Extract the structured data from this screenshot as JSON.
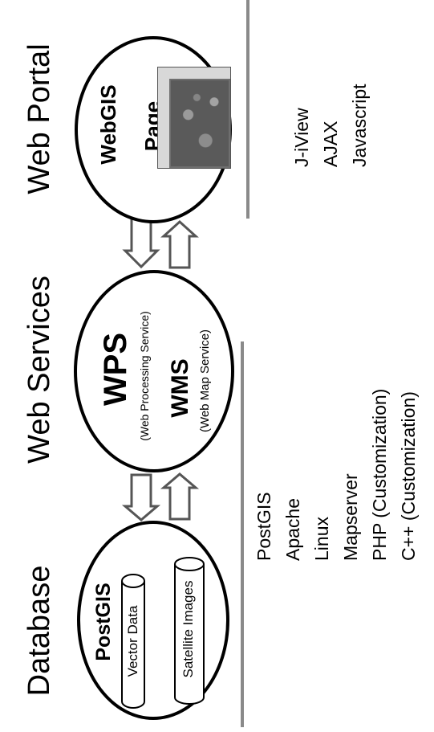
{
  "sections": {
    "database": "Database",
    "web_services": "Web Services",
    "web_portal": "Web Portal"
  },
  "database": {
    "title": "PostGIS",
    "cylinders": [
      "Vector Data",
      "Satellite Images"
    ]
  },
  "web_services": {
    "wps": "WPS",
    "wps_full": "(Web Processing Service)",
    "wms": "WMS",
    "wms_full": "(Web Map Service)"
  },
  "web_portal": {
    "title_line1": "WebGIS",
    "title_line2": "Page"
  },
  "tech_stack_server": [
    "PostGIS",
    "Apache",
    "Linux",
    "Mapserver",
    "PHP (Customization)",
    "C++ (Customization)"
  ],
  "tech_stack_client": [
    "J-iView",
    "AJAX",
    "Javascript"
  ],
  "colors": {
    "divider": "#8a8a8a",
    "outline": "#000000"
  },
  "icons": {
    "arrows": "double-block-arrow-icon",
    "screenshot": "webgis-page-thumbnail"
  }
}
